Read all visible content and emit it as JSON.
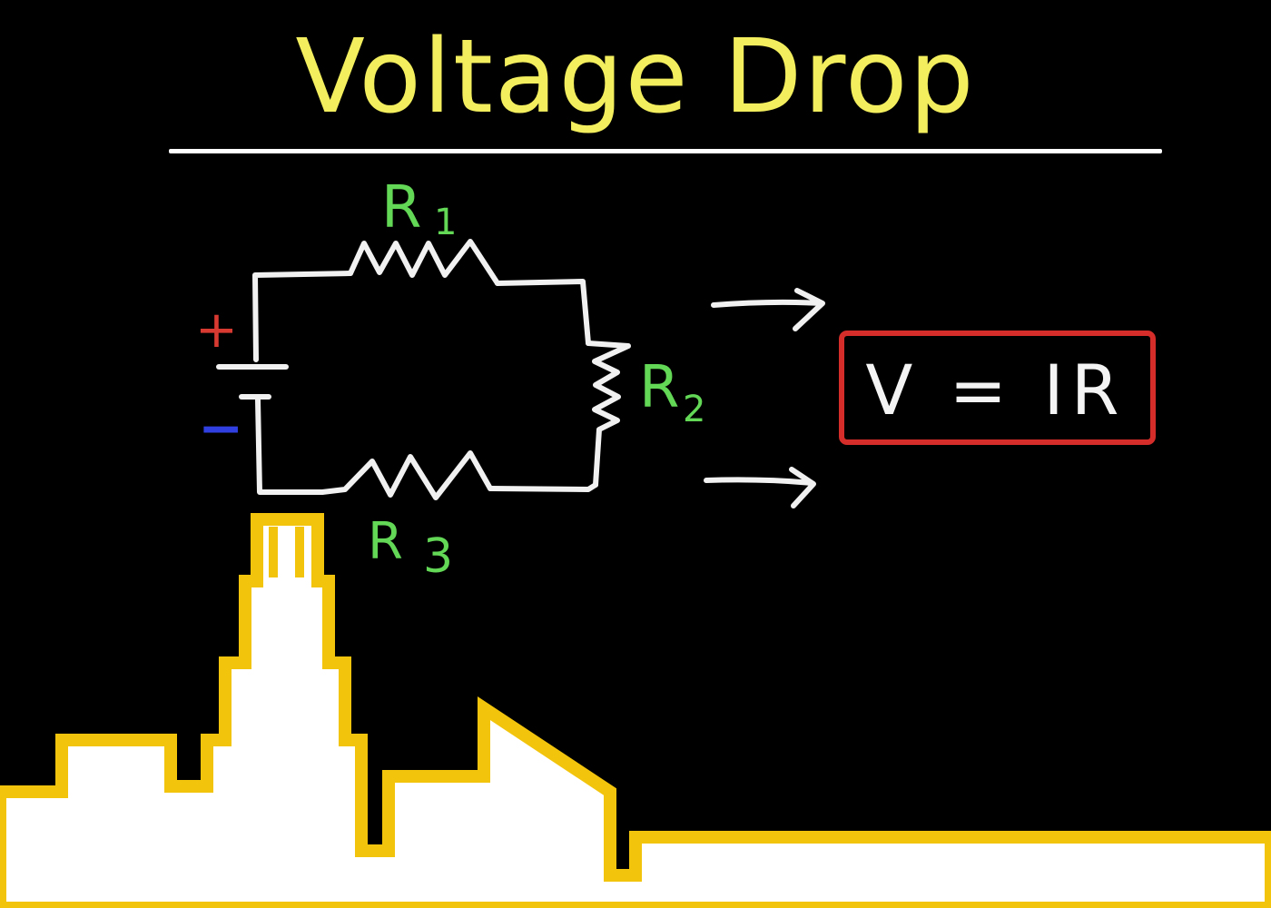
{
  "title": "Voltage Drop",
  "circuit": {
    "resistors": [
      {
        "label": "R",
        "subscript": "1"
      },
      {
        "label": "R",
        "subscript": "2"
      },
      {
        "label": "R",
        "subscript": "3"
      }
    ],
    "battery": {
      "positive": "+",
      "negative": "−"
    }
  },
  "formula": "V = IR",
  "colors": {
    "title": "#f2ee5e",
    "labels": "#63d857",
    "positive": "#d83a32",
    "negative": "#2f3fe0",
    "formula_box": "#d42d2a",
    "skyline_outline": "#f2c40c",
    "wire": "#f1f1f1"
  }
}
